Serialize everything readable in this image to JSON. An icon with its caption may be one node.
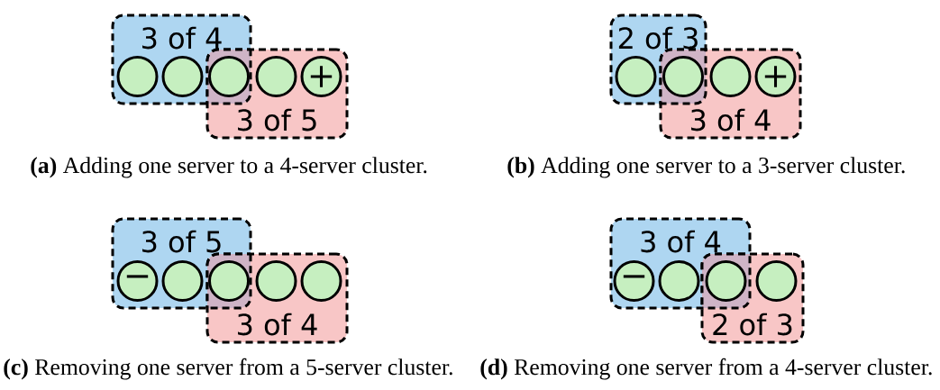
{
  "diagram": {
    "nodes": [
      {
        "text": [
          "3 of 4"
        ]
      },
      {
        "text": [
          "3 of 5"
        ]
      },
      {
        "text": [],
        "shape": "circle",
        "in": 0
      },
      {
        "text": [],
        "shape": "circle",
        "in": 0
      },
      {
        "text": [],
        "shape": "circle"
      },
      {
        "text": [],
        "shape": "circle",
        "in": 1
      },
      {
        "text": [
          "+"
        ],
        "in": 1
      },
      {
        "text": [
          "2 of 3"
        ]
      },
      {
        "text": [
          "3 of 4"
        ]
      },
      {
        "text": [],
        "shape": "circle",
        "in": 7
      },
      {
        "text": [],
        "shape": "circle"
      },
      {
        "text": [],
        "shape": "circle",
        "in": 8
      },
      {
        "text": [
          "+"
        ],
        "in": 8
      },
      {
        "text": [
          "3 of 5"
        ]
      },
      {
        "text": [
          "3 of 4"
        ]
      },
      {
        "text": [
          "−"
        ],
        "in": 13
      },
      {
        "text": [],
        "shape": "circle",
        "in": 13
      },
      {
        "text": [],
        "shape": "circle"
      },
      {
        "text": [],
        "shape": "circle",
        "in": 14
      },
      {
        "text": [],
        "shape": "circle",
        "in": 14
      },
      {
        "text": [
          "3 of 4"
        ]
      },
      {
        "text": [
          "2 of 3"
        ]
      },
      {
        "text": [
          "−"
        ],
        "in": 20
      },
      {
        "text": [],
        "shape": "circle",
        "in": 20
      },
      {
        "text": [],
        "shape": "circle"
      },
      {
        "text": [],
        "shape": "circle",
        "in": 21
      }
    ],
    "labels": [
      "**(a)** Adding one server to a 4-server cluster.",
      "**(b)** Adding one server to a 3-server cluster.",
      "**(c)** Removing one server from a 5-server cluster.",
      "**(d)** Removing one server from a 4-server cluster."
    ]
  }
}
